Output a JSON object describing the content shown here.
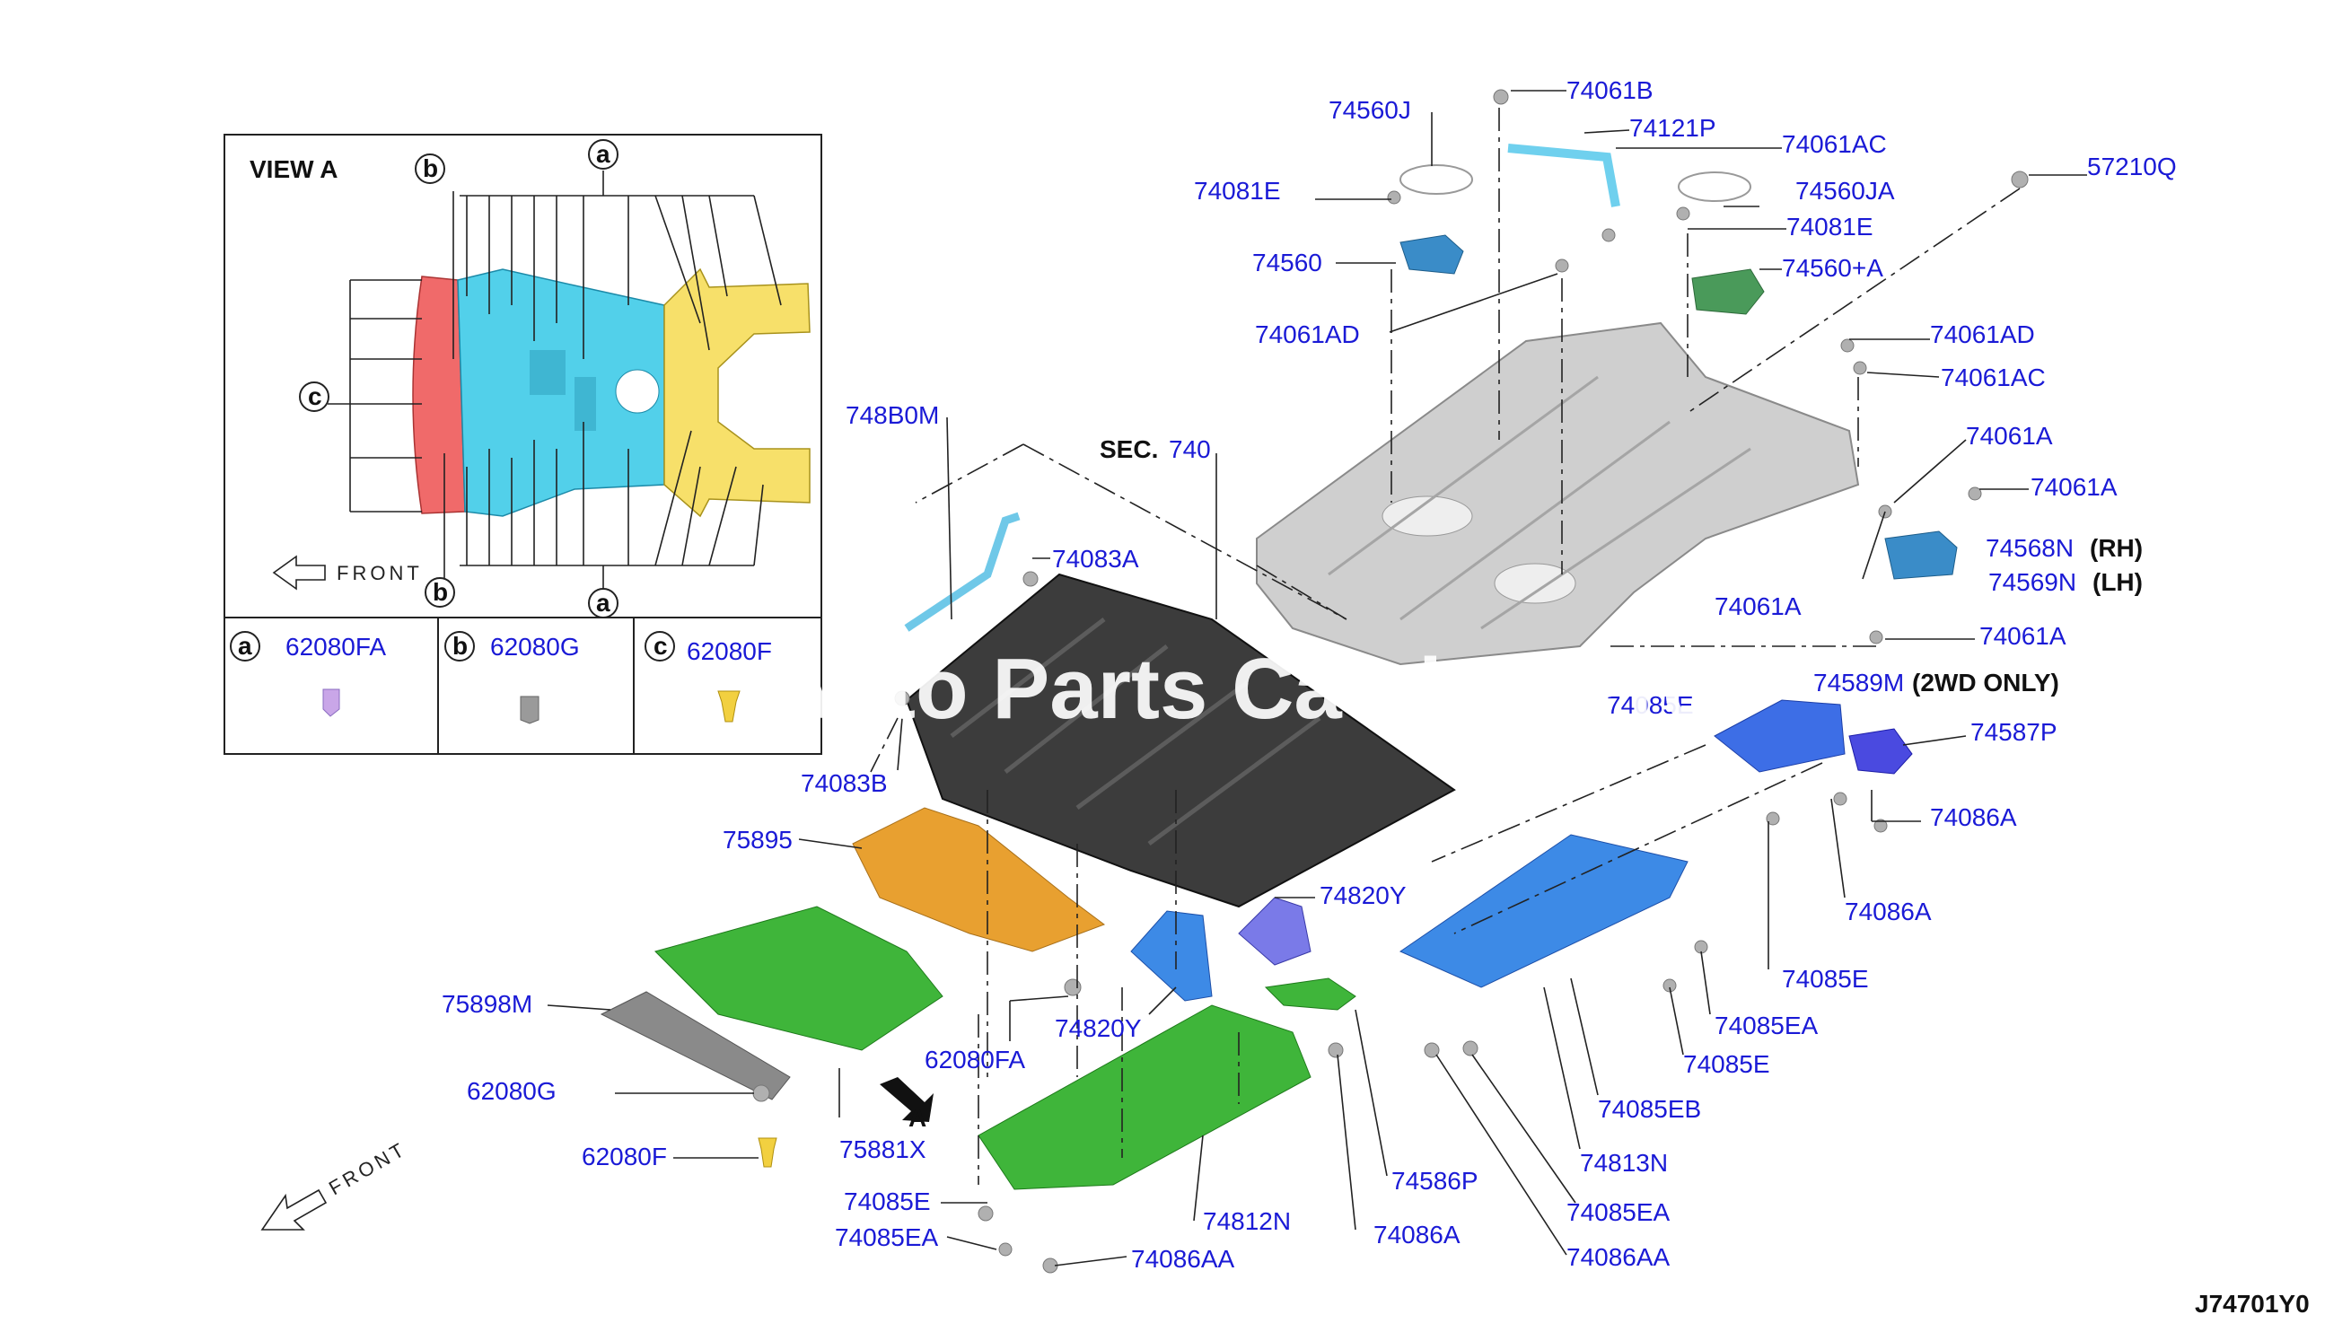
{
  "diagram": {
    "id": "J74701Y0",
    "watermark": "Auto Parts Catalog Pro",
    "view_a": {
      "title": "VIEW A",
      "front": "FRONT",
      "legend": [
        {
          "key": "a",
          "part": "62080FA"
        },
        {
          "key": "b",
          "part": "62080G"
        },
        {
          "key": "c",
          "part": "62080F"
        }
      ]
    },
    "sec_ref": {
      "prefix": "SEC.",
      "num": "740"
    },
    "front": "FRONT",
    "arrow_a": "A",
    "labels": {
      "l74061B": "74061B",
      "l74560J": "74560J",
      "l74121P": "74121P",
      "l74061AC_1": "74061AC",
      "l74081E_1": "74081E",
      "l74560JA": "74560JA",
      "l57210Q": "57210Q",
      "l74081E_2": "74081E",
      "l74560": "74560",
      "l74560pA": "74560+A",
      "l74061AD_1": "74061AD",
      "l74061AD_2": "74061AD",
      "l74061AC_2": "74061AC",
      "l748B0M": "748B0M",
      "l74061A_1": "74061A",
      "l74061A_2": "74061A",
      "l74568N": "74568N",
      "l74568N_s": "(RH)",
      "l74569N": "74569N",
      "l74569N_s": "(LH)",
      "l74061A_3": "74061A",
      "l74061A_4": "74061A",
      "l74083A": "74083A",
      "l74083B": "74083B",
      "l74589M": "74589M",
      "l74589M_s": "(2WD ONLY)",
      "l74085E_top": "74085E",
      "l74587P": "74587P",
      "l74086A_1": "74086A",
      "l74086A_2": "74086A",
      "l75895": "75895",
      "l74820Y_1": "74820Y",
      "l74820Y_2": "74820Y",
      "l75898M": "75898M",
      "l62080FA": "62080FA",
      "l62080G": "62080G",
      "l62080F": "62080F",
      "l75881X": "75881X",
      "l74085E_1": "74085E",
      "l74085EA_1": "74085EA",
      "l74086AA_1": "74086AA",
      "l74812N": "74812N",
      "l74086A_3": "74086A",
      "l74586P": "74586P",
      "l74085E_2": "74085E",
      "l74085EA_2": "74085EA",
      "l74085E_3": "74085E",
      "l74085EB": "74085EB",
      "l74813N": "74813N",
      "l74085EA_3": "74085EA",
      "l74086AA_2": "74086AA"
    },
    "colors": {
      "label": "#1a1ad6",
      "rear_floor": "#c9c9c9",
      "front_floor": "#3a3a3a",
      "orange_cover": "#e8a030",
      "green_cover": "#3fb53a",
      "blue_cover": "#3d7fe0",
      "view_red": "#f06a6a",
      "view_cyan": "#52d0ea",
      "view_yellow": "#f7e06a"
    }
  }
}
